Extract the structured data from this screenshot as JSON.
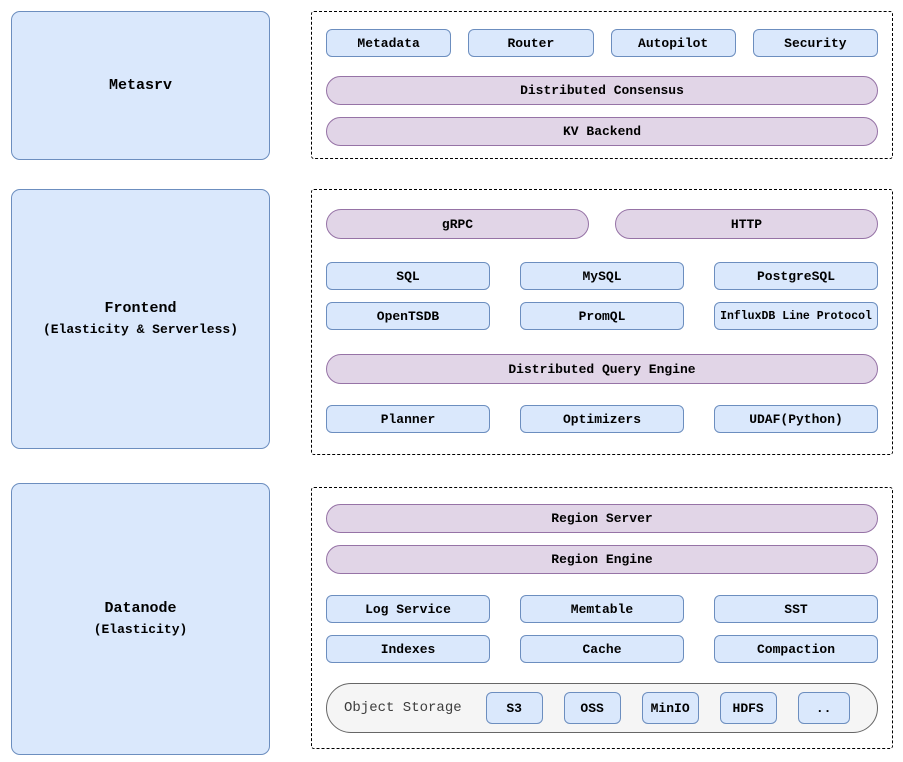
{
  "colors": {
    "box_fill": "#dae8fc",
    "box_border": "#6c8ebf",
    "pill_fill": "#e1d5e7",
    "pill_border": "#9673a6",
    "storage_fill": "#f5f5f5",
    "storage_border": "#666666",
    "dashed_border": "#000000"
  },
  "metasrv": {
    "label": "Metasrv",
    "components": [
      "Metadata",
      "Router",
      "Autopilot",
      "Security"
    ],
    "consensus": "Distributed Consensus",
    "kv_backend": "KV Backend"
  },
  "frontend": {
    "label": "Frontend",
    "sublabel": "(Elasticity & Serverless)",
    "servers": [
      "gRPC",
      "HTTP"
    ],
    "protocols_row1": [
      "SQL",
      "MySQL",
      "PostgreSQL"
    ],
    "protocols_row2": [
      "OpenTSDB",
      "PromQL",
      "InfluxDB Line Protocol"
    ],
    "query_engine": "Distributed Query Engine",
    "engine_components": [
      "Planner",
      "Optimizers",
      "UDAF(Python)"
    ]
  },
  "datanode": {
    "label": "Datanode",
    "sublabel": "(Elasticity)",
    "region_server": "Region Server",
    "region_engine": "Region Engine",
    "components_row1": [
      "Log Service",
      "Memtable",
      "SST"
    ],
    "components_row2": [
      "Indexes",
      "Cache",
      "Compaction"
    ],
    "object_storage": {
      "label": "Object Storage",
      "backends": [
        "S3",
        "OSS",
        "MinIO",
        "HDFS",
        ".."
      ]
    }
  }
}
